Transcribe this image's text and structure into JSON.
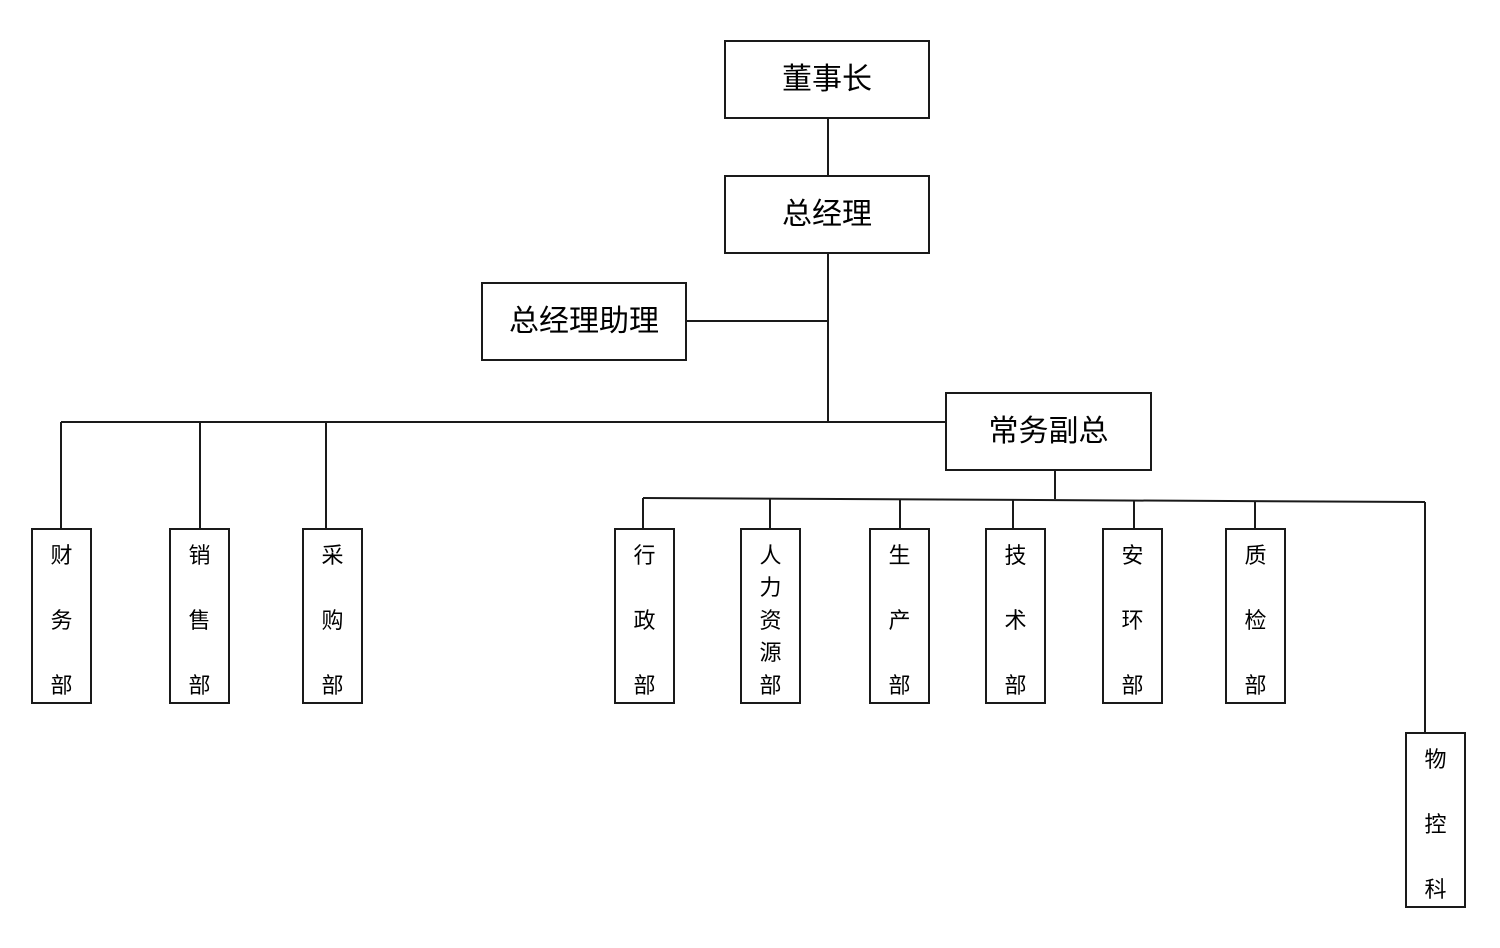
{
  "chart": {
    "chairman": "董事长",
    "gm": "总经理",
    "assistant": "总经理助理",
    "evp": "常务副总",
    "gm_depts": [
      "财务部",
      "销售部",
      "采购部"
    ],
    "evp_depts": [
      "行政部",
      "人力资源部",
      "生产部",
      "技术部",
      "安环部",
      "质检部",
      "物控科"
    ]
  }
}
